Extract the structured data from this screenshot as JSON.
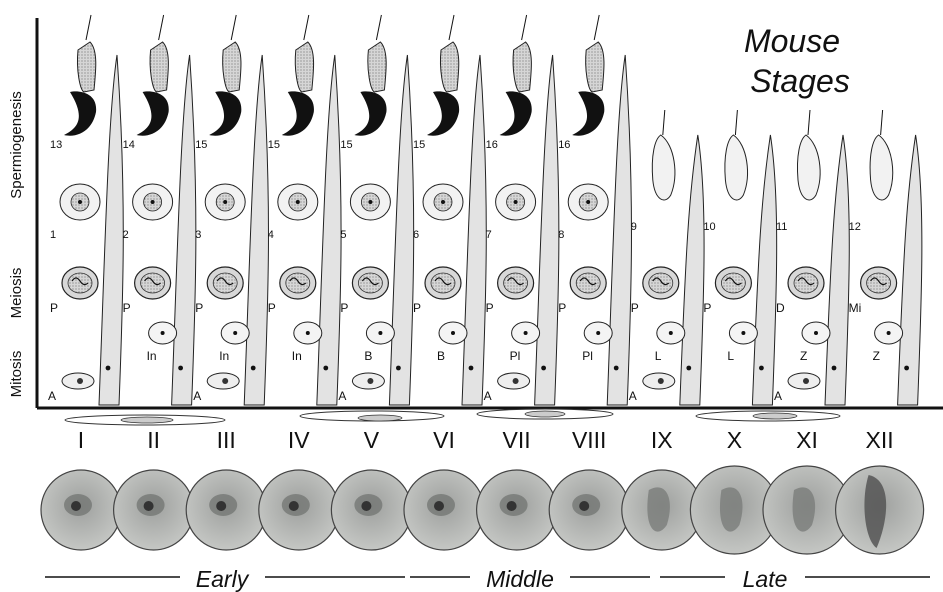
{
  "title": {
    "line1": "Mouse",
    "line2": "Stages"
  },
  "y_axis": {
    "upper": "Spermiogenesis",
    "middle": "Meiosis",
    "lower": "Mitosis"
  },
  "columns": [
    {
      "stage": "I",
      "elong_step": "13",
      "round_step": "1",
      "meiosis": "P",
      "mitosis": "",
      "base": "A"
    },
    {
      "stage": "II",
      "elong_step": "14",
      "round_step": "2",
      "meiosis": "P",
      "mitosis": "In",
      "base": ""
    },
    {
      "stage": "III",
      "elong_step": "15",
      "round_step": "3",
      "meiosis": "P",
      "mitosis": "In",
      "base": "A"
    },
    {
      "stage": "IV",
      "elong_step": "15",
      "round_step": "4",
      "meiosis": "P",
      "mitosis": "In",
      "base": ""
    },
    {
      "stage": "V",
      "elong_step": "15",
      "round_step": "5",
      "meiosis": "P",
      "mitosis": "B",
      "base": "A"
    },
    {
      "stage": "VI",
      "elong_step": "15",
      "round_step": "6",
      "meiosis": "P",
      "mitosis": "B",
      "base": ""
    },
    {
      "stage": "VII",
      "elong_step": "16",
      "round_step": "7",
      "meiosis": "P",
      "mitosis": "Pl",
      "base": "A"
    },
    {
      "stage": "VIII",
      "elong_step": "16",
      "round_step": "8",
      "meiosis": "P",
      "mitosis": "Pl",
      "base": ""
    },
    {
      "stage": "IX",
      "elong_step": "",
      "round_step": "9",
      "meiosis": "P",
      "mitosis": "L",
      "base": "A"
    },
    {
      "stage": "X",
      "elong_step": "",
      "round_step": "10",
      "meiosis": "P",
      "mitosis": "L",
      "base": ""
    },
    {
      "stage": "XI",
      "elong_step": "",
      "round_step": "11",
      "meiosis": "D",
      "mitosis": "Z",
      "base": "A"
    },
    {
      "stage": "XII",
      "elong_step": "",
      "round_step": "12",
      "meiosis": "Mi",
      "mitosis": "Z",
      "base": ""
    }
  ],
  "phases": [
    "Early",
    "Middle",
    "Late"
  ],
  "colors": {
    "ink": "#111111",
    "stipple": "#c9c9c9",
    "sertoli": "#e2e2e2",
    "photo_bg": "#b9bbb8",
    "photo_cell": "#8f9190"
  }
}
